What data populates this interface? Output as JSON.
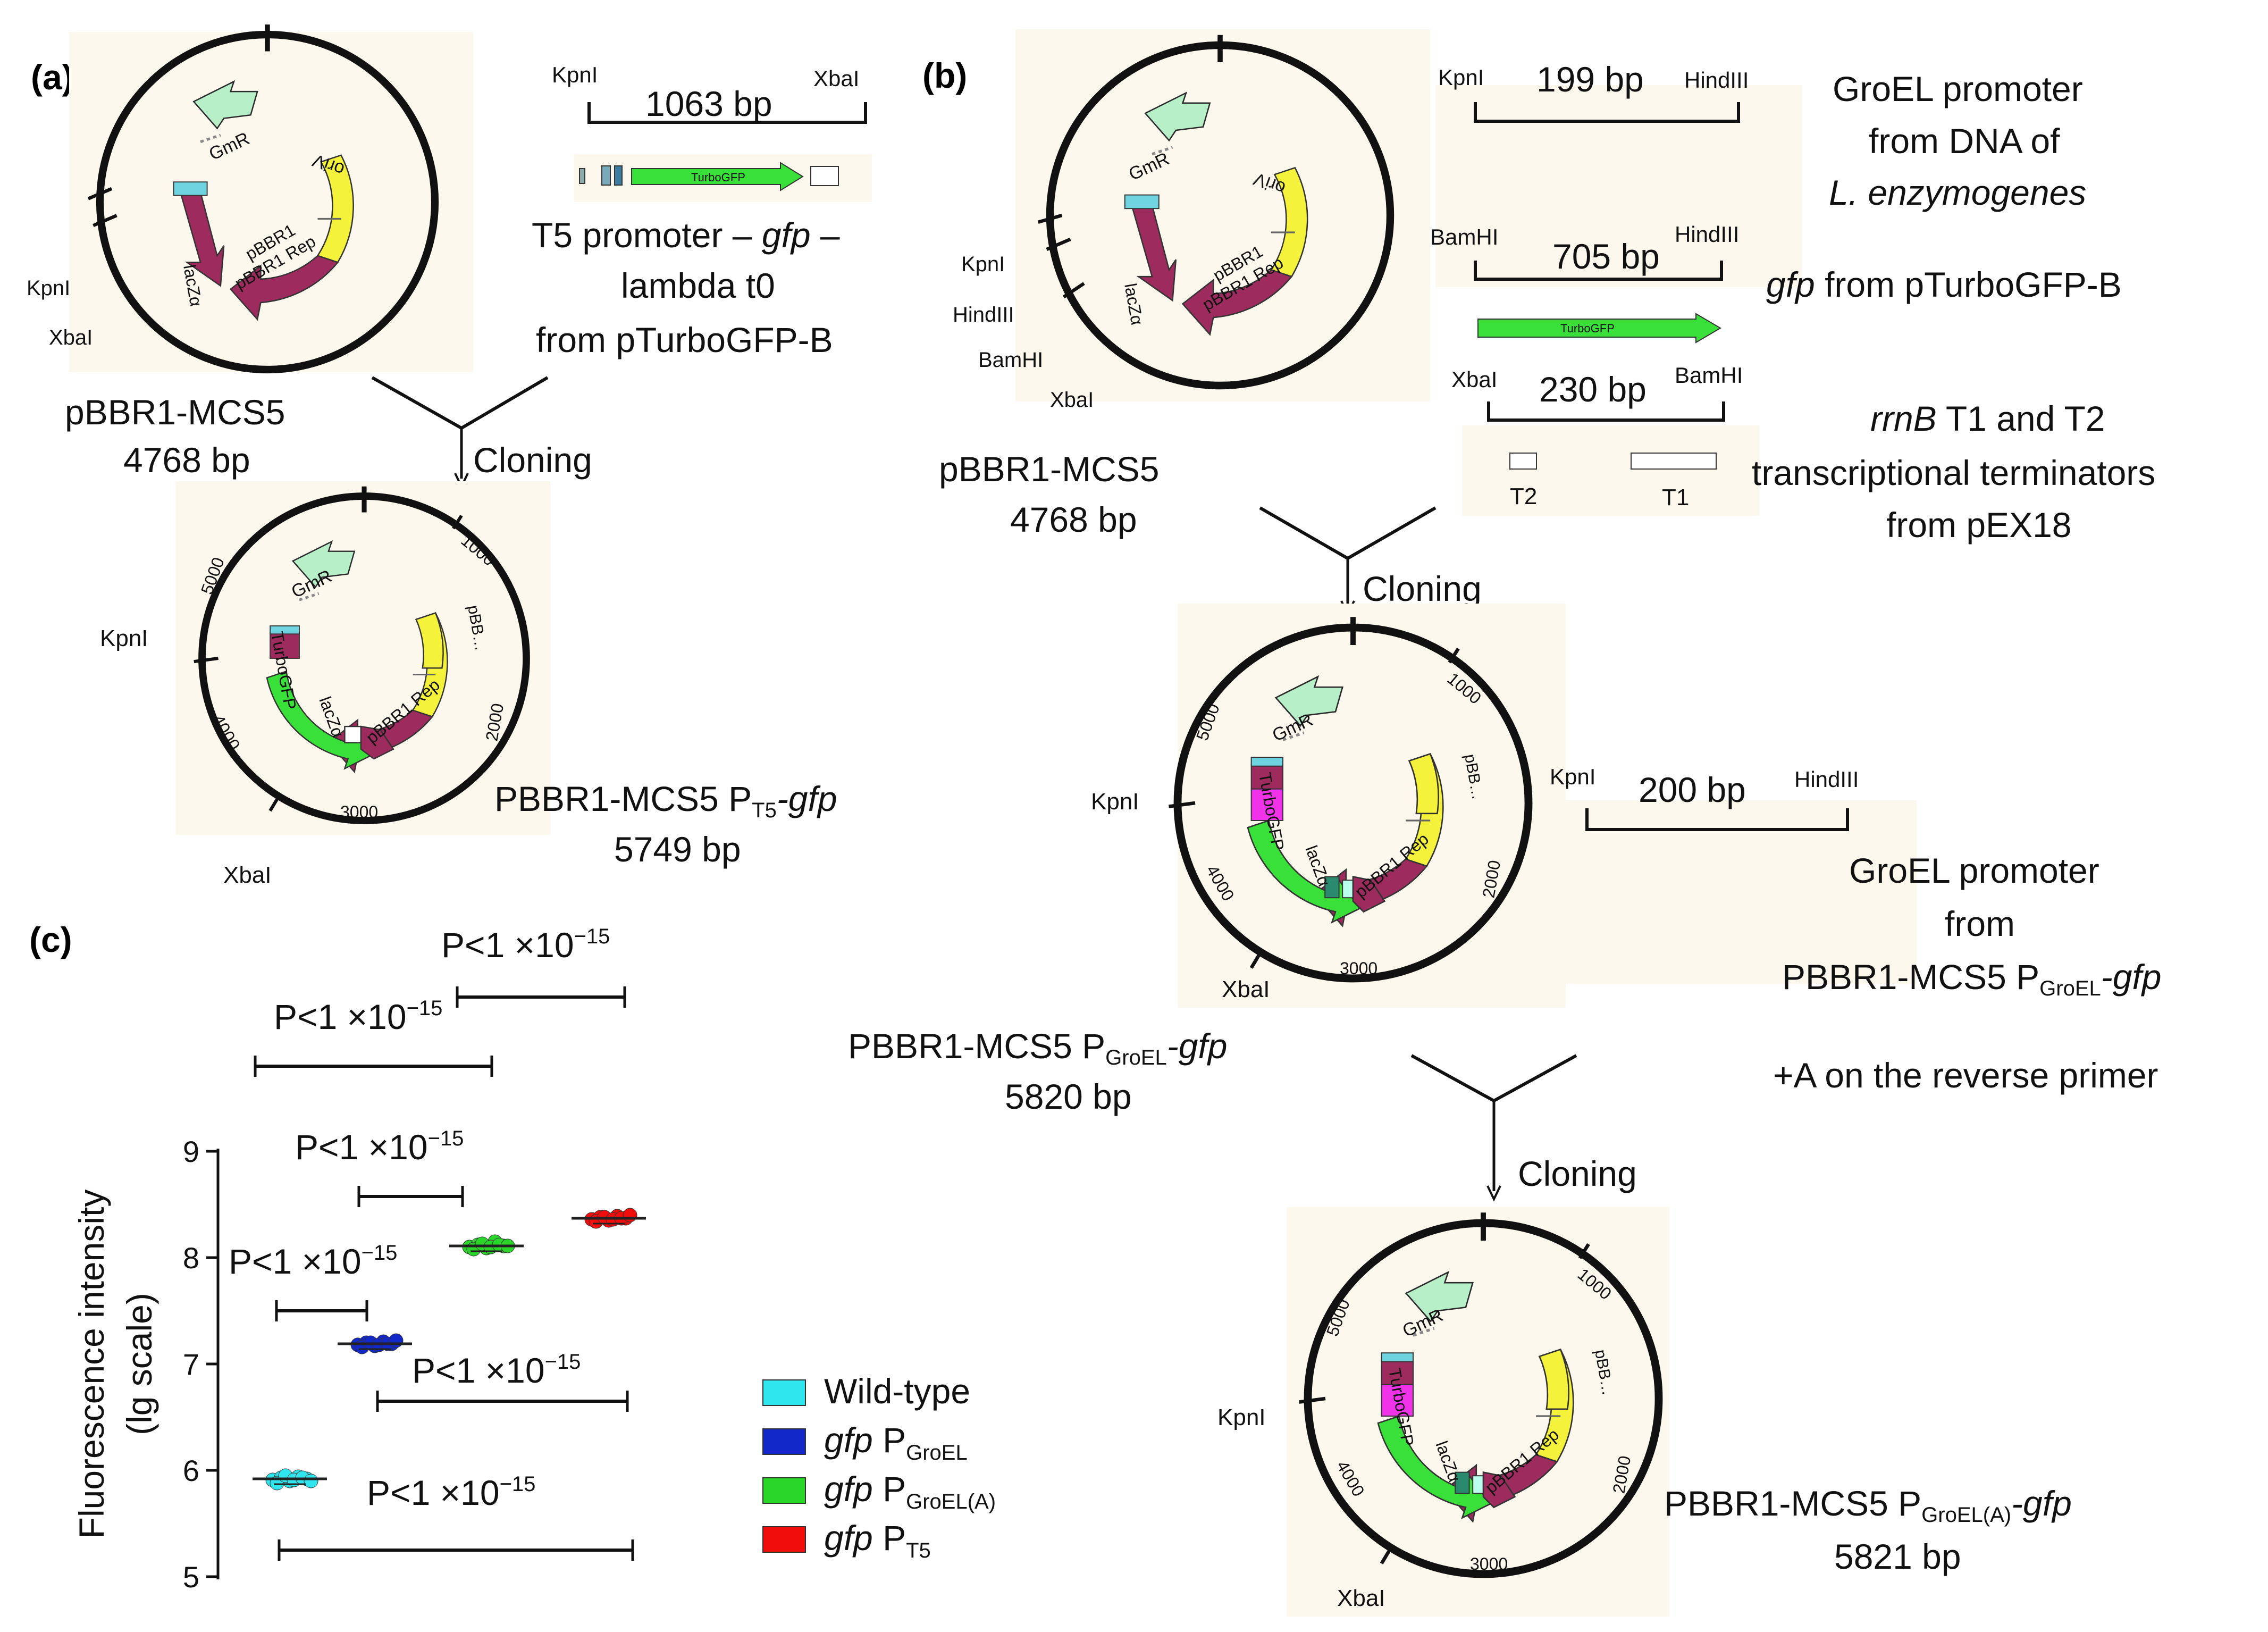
{
  "panels": {
    "a": {
      "label": "(a)",
      "plasmid_top": {
        "name": "pBBR1-MCS5",
        "size": "4768 bp"
      },
      "insert": {
        "left_site": "KpnI",
        "right_site": "XbaI",
        "length": "1063 bp",
        "gene_label": "TurboGFP",
        "caption_1": "T5 promoter – ",
        "caption_1_gene": "gfp",
        "caption_1_tail": " –",
        "caption_2": "lambda t0",
        "caption_3": "from pTurboGFP-B"
      },
      "cloning": "Cloning",
      "plasmid_bottom": {
        "name": "PBBR1-MCS5 P",
        "promoter_sub": "T5",
        "gene_suffix": "-gfp",
        "size": "5749 bp"
      }
    },
    "b": {
      "label": "(b)",
      "plasmid_top": {
        "name": "pBBR1-MCS5",
        "size": "4768 bp"
      },
      "fragment1": {
        "left_site": "KpnI",
        "right_site": "HindIII",
        "length": "199 bp",
        "desc_1": "GroEL promoter",
        "desc_2": "from DNA of",
        "desc_3": "L. enzymogenes"
      },
      "fragment2": {
        "left_site": "BamHI",
        "right_site": "HindIII",
        "length": "705 bp",
        "gene_label": "TurboGFP",
        "desc_gene": "gfp",
        "desc_tail": " from pTurboGFP-B"
      },
      "fragment3": {
        "left_site": "XbaI",
        "right_site": "BamHI",
        "length": "230 bp",
        "t2": "T2",
        "t1": "T1",
        "desc_gene": "rrnB",
        "desc_1": " T1 and T2",
        "desc_2": "transcriptional terminators",
        "desc_3": "from pEX18"
      },
      "cloning_1": "Cloning",
      "plasmid_mid": {
        "name": "PBBR1-MCS5 P",
        "promoter_sub": "GroEL",
        "gene_suffix": "-gfp",
        "size": "5820 bp"
      },
      "fragment4": {
        "left_site": "KpnI",
        "right_site": "HindIII",
        "length": "200 bp",
        "desc_1": "GroEL promoter",
        "desc_2": "from",
        "desc_3": "PBBR1-MCS5 P",
        "desc_3_sub": "GroEL",
        "desc_3_tail": "-gfp",
        "note": "+A on the reverse primer"
      },
      "cloning_2": "Cloning",
      "plasmid_bottom": {
        "name": "PBBR1-MCS5 P",
        "promoter_sub": "GroEL(A)",
        "gene_suffix": "-gfp",
        "size": "5821 bp"
      }
    },
    "c": {
      "label": "(c)"
    }
  },
  "map_labels": {
    "gmr": "GmR",
    "orin": "oriV",
    "pbbr1": "pBBR1",
    "rep": "pBBR1 Rep",
    "pbb": "pBB…",
    "lacz": "lacZα",
    "turbogfp": "TurboGFP",
    "kpn": "KpnI",
    "xba": "XbaI",
    "hind": "HindIII",
    "bam": "BamHI",
    "t1000": "1000",
    "t2000": "2000",
    "t3000": "3000",
    "t4000": "4000",
    "t5000": "5000"
  },
  "colors": {
    "gmr": "#b6efc8",
    "ori": "#f4f23a",
    "rep": "#9d2b5e",
    "gfp": "#39e03a",
    "promoter": "#f033e8",
    "teal": "#2a8a6e",
    "wild": "#2fe5ee",
    "groel": "#1328c8",
    "groela": "#2ad62a",
    "t5": "#f20d0d"
  },
  "chart_data": {
    "type": "scatter",
    "ylabel": "Fluorescence intensity (lg scale)",
    "ylim": [
      5,
      9
    ],
    "yticks": [
      "5",
      "6",
      "7",
      "8",
      "9"
    ],
    "categories": [
      "Wild-type",
      "gfp P GroEL",
      "gfp P GroEL(A)",
      "gfp P T5"
    ],
    "series": [
      {
        "name": "Wild-type",
        "gene": "",
        "prefix": "",
        "sub": "",
        "values": [
          5.91,
          5.93,
          5.9,
          5.94,
          5.92,
          5.88,
          5.95,
          5.91,
          5.93,
          5.9
        ],
        "mean": 5.92
      },
      {
        "name": "gfp P GroEL",
        "gene": "gfp",
        "prefix": " P",
        "sub": "GroEL",
        "values": [
          7.18,
          7.2,
          7.17,
          7.21,
          7.19,
          7.16,
          7.2,
          7.18,
          7.19,
          7.22
        ],
        "mean": 7.19
      },
      {
        "name": "gfp P GroEL(A)",
        "gene": "gfp",
        "prefix": " P",
        "sub": "GroEL(A)",
        "values": [
          8.1,
          8.12,
          8.09,
          8.15,
          8.11,
          8.08,
          8.13,
          8.1,
          8.12,
          8.11
        ],
        "mean": 8.11
      },
      {
        "name": "gfp P T5",
        "gene": "gfp",
        "prefix": " P",
        "sub": "T5",
        "values": [
          8.36,
          8.38,
          8.35,
          8.39,
          8.37,
          8.34,
          8.38,
          8.36,
          8.37,
          8.4
        ],
        "mean": 8.37
      }
    ],
    "comparisons": [
      {
        "pair": [
          "gfp P GroEL(A)",
          "gfp P T5"
        ],
        "label": "P<1 ×10",
        "exp": "−15"
      },
      {
        "pair": [
          "Wild-type",
          "gfp P GroEL(A)"
        ],
        "label": "P<1 ×10",
        "exp": "−15"
      },
      {
        "pair": [
          "gfp P GroEL",
          "gfp P GroEL(A)"
        ],
        "label": "P<1 ×10",
        "exp": "−15"
      },
      {
        "pair": [
          "Wild-type",
          "gfp P GroEL"
        ],
        "label": "P<1 ×10",
        "exp": "−15"
      },
      {
        "pair": [
          "gfp P GroEL",
          "gfp P T5"
        ],
        "label": "P<1 ×10",
        "exp": "−15"
      },
      {
        "pair": [
          "Wild-type",
          "gfp P T5"
        ],
        "label": "P<1 ×10",
        "exp": "−15"
      }
    ]
  }
}
